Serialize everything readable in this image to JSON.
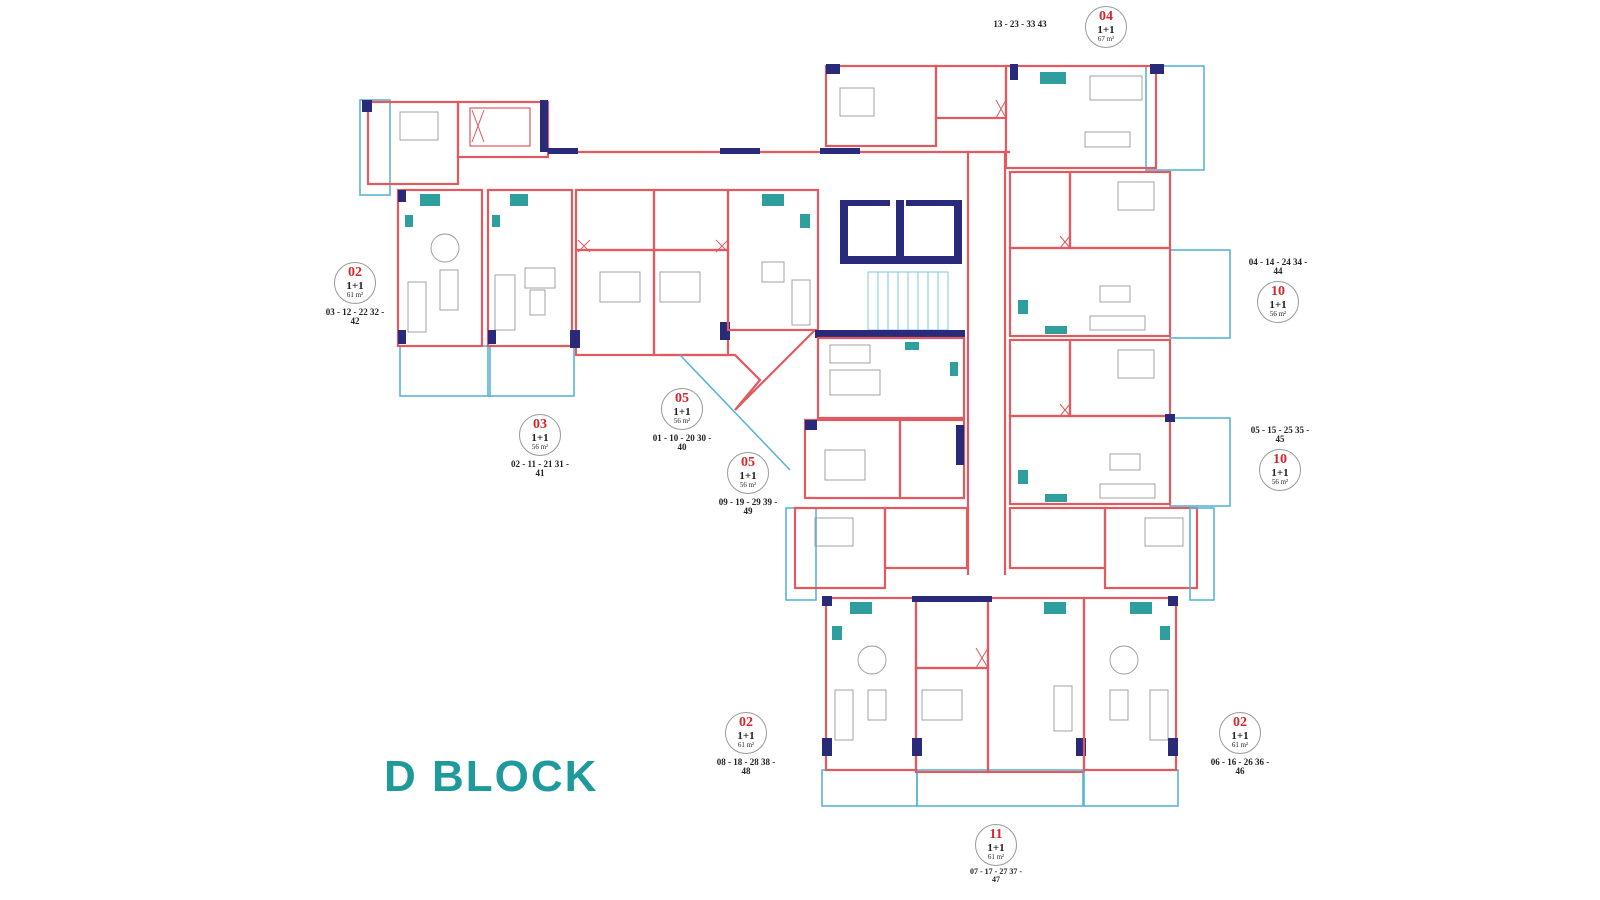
{
  "title": "D BLOCK",
  "colors": {
    "walls": "#e05a5f",
    "balcony": "#5ab4d6",
    "core": "#2a2a7a",
    "title": "#1f9a9c",
    "unit_number": "#d7262c"
  },
  "units": [
    {
      "id": "u02-left",
      "number": "02",
      "type": "1+1",
      "area": "61 m²",
      "floors": "03 - 12 - 22 32 - 42"
    },
    {
      "id": "u03",
      "number": "03",
      "type": "1+1",
      "area": "56 m²",
      "floors": "02 - 11 - 21 31 - 41"
    },
    {
      "id": "u05-a",
      "number": "05",
      "type": "1+1",
      "area": "56 m²",
      "floors": "01 - 10 - 20 30 - 40"
    },
    {
      "id": "u05-b",
      "number": "05",
      "type": "1+1",
      "area": "56 m²",
      "floors": "09 - 19 - 29 39 - 49"
    },
    {
      "id": "u04",
      "number": "04",
      "type": "1+1",
      "area": "67 m²",
      "floors": "13 - 23 - 33 43"
    },
    {
      "id": "u10-a",
      "number": "10",
      "type": "1+1",
      "area": "56 m²",
      "floors": "04 - 14 - 24 34 - 44"
    },
    {
      "id": "u10-b",
      "number": "10",
      "type": "1+1",
      "area": "56 m²",
      "floors": "05 - 15 - 25 35 - 45"
    },
    {
      "id": "u02-bottom",
      "number": "02",
      "type": "1+1",
      "area": "61 m²",
      "floors": "08 - 18 - 28 38 - 48"
    },
    {
      "id": "u02-right",
      "number": "02",
      "type": "1+1",
      "area": "61 m²",
      "floors": "06 - 16 - 26 36 - 46"
    },
    {
      "id": "u11",
      "number": "11",
      "type": "1+1",
      "area": "61 m²",
      "floors": "07 - 17 - 27 37 - 47"
    }
  ]
}
